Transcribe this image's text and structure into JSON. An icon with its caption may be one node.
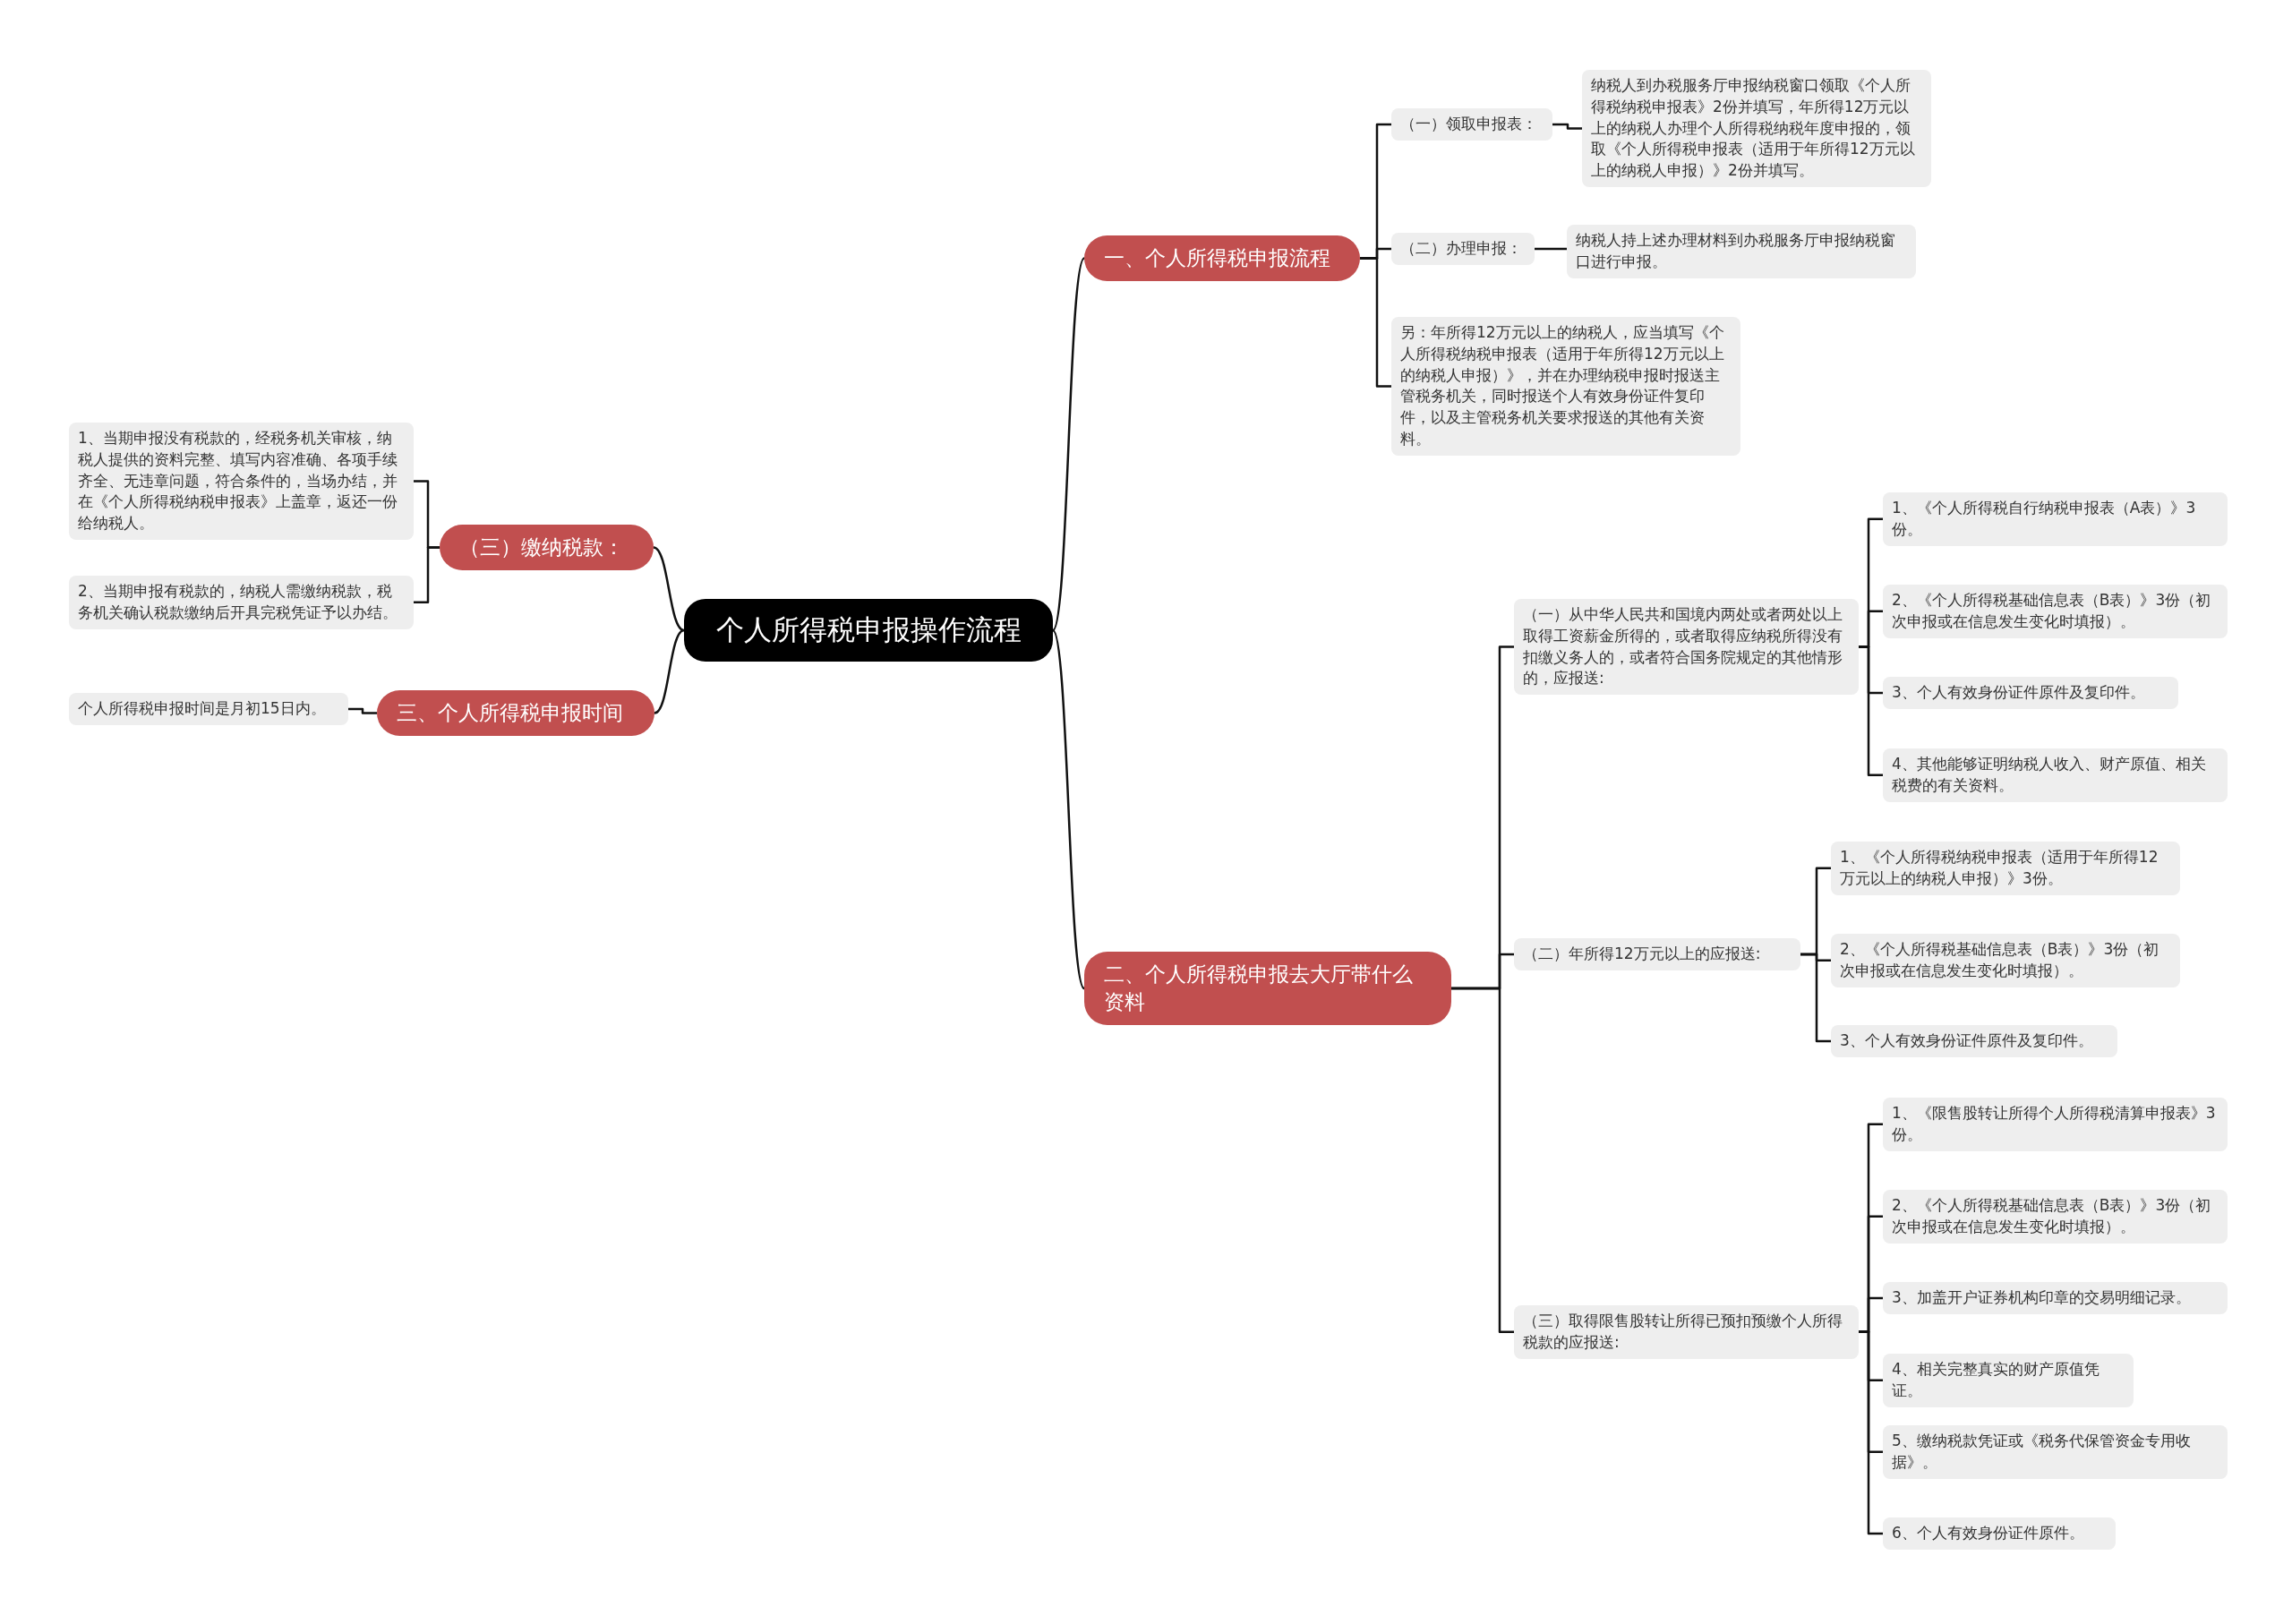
{
  "diagram": {
    "nodes": [
      {
        "text": [
          "个人所得税申报操作流程"
        ]
      },
      {
        "text": [
          "一、个人所得税申报流程"
        ]
      },
      {
        "text": [
          "（一）领取申报表："
        ]
      },
      {
        "text": [
          "纳税人到办税服务厅申报纳税窗口领取《个人所得税纳税申报表》2份并填写，年所得12万元以上的纳税人办理个人所得税纳税年度申报的，领取《个人所得税申报表（适用于年所得12万元以上的纳税人申报）》2份并填写。"
        ]
      },
      {
        "text": [
          "（二）办理申报："
        ]
      },
      {
        "text": [
          "纳税人持上述办理材料到办税服务厅申报纳税窗口进行申报。"
        ]
      },
      {
        "text": [
          "另：年所得12万元以上的纳税人，应当填写《个人所得税纳税申报表（适用于年所得12万元以上的纳税人申报）》，并在办理纳税申报时报送主管税务机关，同时报送个人有效身份证件复印件，以及主管税务机关要求报送的其他有关资料。"
        ]
      },
      {
        "text": [
          "二、个人所得税申报去大厅带什么资料"
        ]
      },
      {
        "text": [
          "（一）从中华人民共和国境内两处或者两处以上取得工资薪金所得的，或者取得应纳税所得没有扣缴义务人的，或者符合国务院规定的其他情形的，应报送:"
        ]
      },
      {
        "text": [
          "1、《个人所得税自行纳税申报表（A表）》3份。"
        ]
      },
      {
        "text": [
          "2、《个人所得税基础信息表（B表）》3份（初次申报或在信息发生变化时填报）。"
        ]
      },
      {
        "text": [
          "3、个人有效身份证件原件及复印件。"
        ]
      },
      {
        "text": [
          "4、其他能够证明纳税人收入、财产原值、相关税费的有关资料。"
        ]
      },
      {
        "text": [
          "（二）年所得12万元以上的应报送:"
        ]
      },
      {
        "text": [
          "1、《个人所得税纳税申报表（适用于年所得12万元以上的纳税人申报）》3份。"
        ]
      },
      {
        "text": [
          "2、《个人所得税基础信息表（B表）》3份（初次申报或在信息发生变化时填报）。"
        ]
      },
      {
        "text": [
          "3、个人有效身份证件原件及复印件。"
        ]
      },
      {
        "text": [
          "（三）取得限售股转让所得已预扣预缴个人所得税款的应报送:"
        ]
      },
      {
        "text": [
          "1、《限售股转让所得个人所得税清算申报表》3份。"
        ]
      },
      {
        "text": [
          "2、《个人所得税基础信息表（B表）》3份（初次申报或在信息发生变化时填报）。"
        ]
      },
      {
        "text": [
          "3、加盖开户证券机构印章的交易明细记录。"
        ]
      },
      {
        "text": [
          "4、相关完整真实的财产原值凭证。"
        ]
      },
      {
        "text": [
          "5、缴纳税款凭证或《税务代保管资金专用收据》。"
        ]
      },
      {
        "text": [
          "6、个人有效身份证件原件。"
        ]
      },
      {
        "text": [
          "（三）缴纳税款："
        ]
      },
      {
        "text": [
          "1、当期申报没有税款的，经税务机关审核，纳税人提供的资料完整、填写内容准确、各项手续齐全、无违章问题，符合条件的，当场办结，并在《个人所得税纳税申报表》上盖章，返还一份给纳税人。"
        ]
      },
      {
        "text": [
          "2、当期申报有税款的，纳税人需缴纳税款，税务机关确认税款缴纳后开具完税凭证予以办结。"
        ]
      },
      {
        "text": [
          "三、个人所得税申报时间"
        ]
      },
      {
        "text": [
          "个人所得税申报时间是月初15日内。"
        ]
      }
    ],
    "edges": [
      {
        "from": 0,
        "to": 1,
        "arrow": "none"
      },
      {
        "from": 1,
        "to": 2,
        "arrow": "none"
      },
      {
        "from": 2,
        "to": 3,
        "arrow": "none"
      },
      {
        "from": 1,
        "to": 4,
        "arrow": "none"
      },
      {
        "from": 4,
        "to": 5,
        "arrow": "none"
      },
      {
        "from": 1,
        "to": 6,
        "arrow": "none"
      },
      {
        "from": 0,
        "to": 7,
        "arrow": "none"
      },
      {
        "from": 7,
        "to": 8,
        "arrow": "none"
      },
      {
        "from": 8,
        "to": 9,
        "arrow": "none"
      },
      {
        "from": 8,
        "to": 10,
        "arrow": "none"
      },
      {
        "from": 8,
        "to": 11,
        "arrow": "none"
      },
      {
        "from": 8,
        "to": 12,
        "arrow": "none"
      },
      {
        "from": 7,
        "to": 13,
        "arrow": "none"
      },
      {
        "from": 13,
        "to": 14,
        "arrow": "none"
      },
      {
        "from": 13,
        "to": 15,
        "arrow": "none"
      },
      {
        "from": 13,
        "to": 16,
        "arrow": "none"
      },
      {
        "from": 7,
        "to": 17,
        "arrow": "none"
      },
      {
        "from": 17,
        "to": 18,
        "arrow": "none"
      },
      {
        "from": 17,
        "to": 19,
        "arrow": "none"
      },
      {
        "from": 17,
        "to": 20,
        "arrow": "none"
      },
      {
        "from": 17,
        "to": 21,
        "arrow": "none"
      },
      {
        "from": 17,
        "to": 22,
        "arrow": "none"
      },
      {
        "from": 17,
        "to": 23,
        "arrow": "none"
      },
      {
        "from": 0,
        "to": 24,
        "arrow": "none"
      },
      {
        "from": 24,
        "to": 25,
        "arrow": "none"
      },
      {
        "from": 24,
        "to": 26,
        "arrow": "none"
      },
      {
        "from": 0,
        "to": 27,
        "arrow": "none"
      },
      {
        "from": 27,
        "to": 28,
        "arrow": "none"
      }
    ]
  }
}
